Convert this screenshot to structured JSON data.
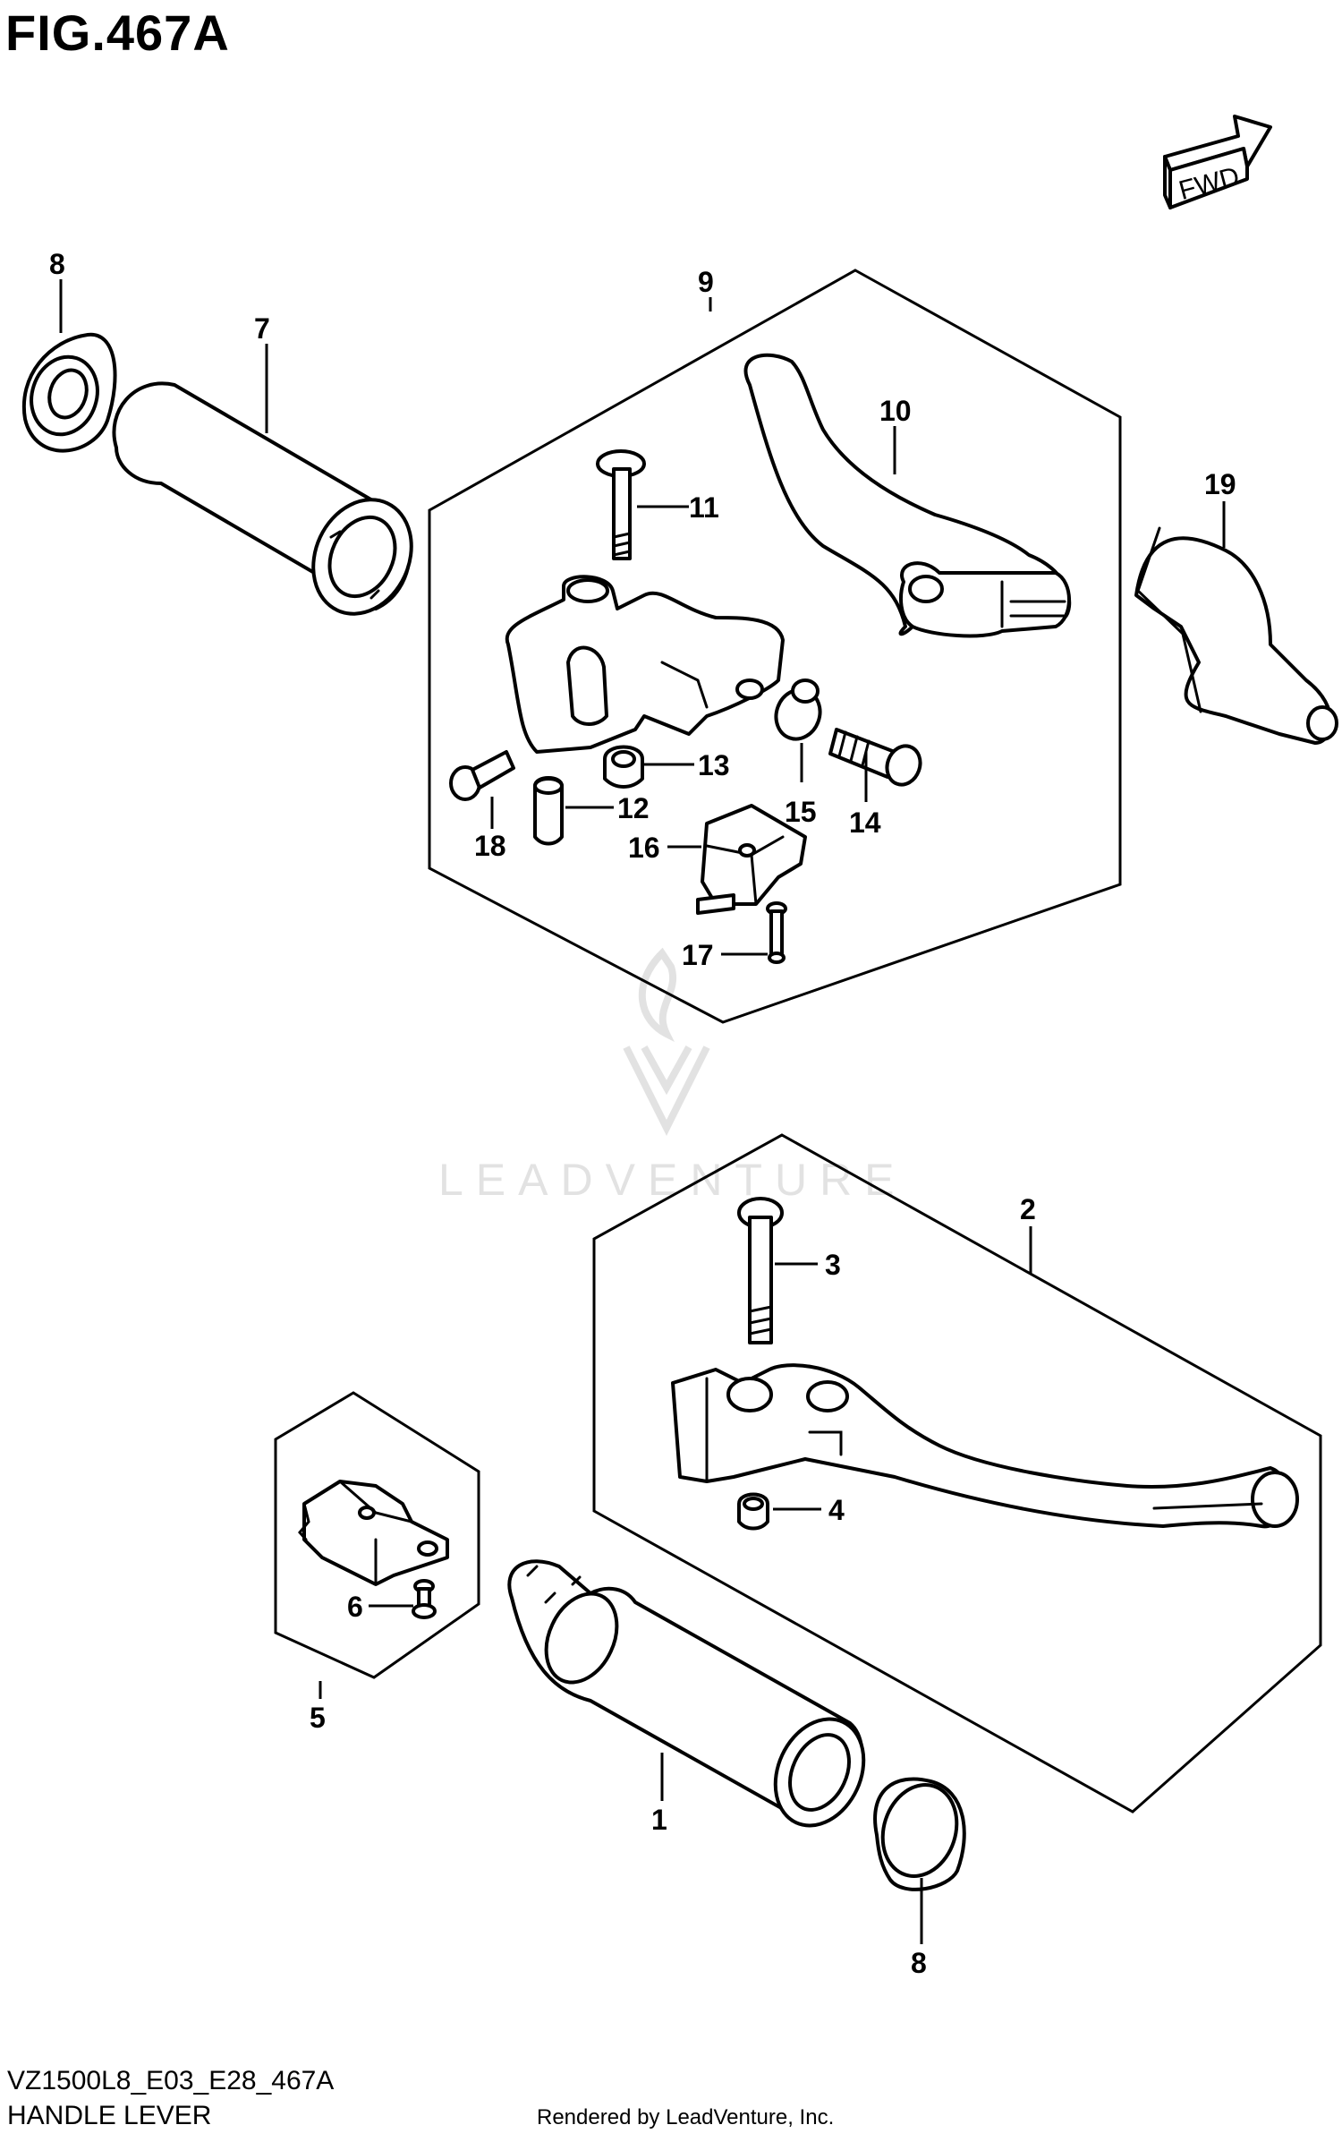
{
  "header": {
    "title": "FIG.467A"
  },
  "direction_marker": {
    "label": "FWD"
  },
  "watermark": {
    "brand": "LEADVENTURE"
  },
  "callouts": [
    {
      "id": "c1",
      "label": "1"
    },
    {
      "id": "c2",
      "label": "2"
    },
    {
      "id": "c3",
      "label": "3"
    },
    {
      "id": "c4",
      "label": "4"
    },
    {
      "id": "c5",
      "label": "5"
    },
    {
      "id": "c6",
      "label": "6"
    },
    {
      "id": "c7",
      "label": "7"
    },
    {
      "id": "c8a",
      "label": "8"
    },
    {
      "id": "c8b",
      "label": "8"
    },
    {
      "id": "c9",
      "label": "9"
    },
    {
      "id": "c10",
      "label": "10"
    },
    {
      "id": "c11",
      "label": "11"
    },
    {
      "id": "c12",
      "label": "12"
    },
    {
      "id": "c13",
      "label": "13"
    },
    {
      "id": "c14",
      "label": "14"
    },
    {
      "id": "c15",
      "label": "15"
    },
    {
      "id": "c16",
      "label": "16"
    },
    {
      "id": "c17",
      "label": "17"
    },
    {
      "id": "c18",
      "label": "18"
    },
    {
      "id": "c19",
      "label": "19"
    }
  ],
  "footer": {
    "model_code": "VZ1500L8_E03_E28_467A",
    "section_name": "HANDLE LEVER",
    "render_credit": "Rendered by LeadVenture, Inc."
  }
}
